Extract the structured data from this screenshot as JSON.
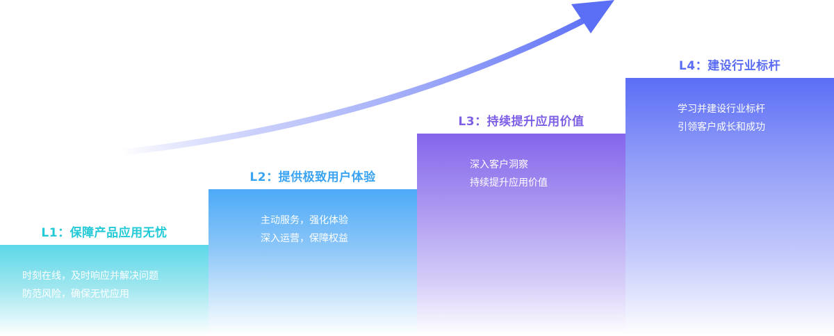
{
  "steps": [
    {
      "title": "L1：保障产品应用无忧",
      "lines": [
        "时刻在线，及时响应并解决问题",
        "防范风险，确保无忧应用"
      ],
      "color": "#22c9d6"
    },
    {
      "title": "L2：提供极致用户体验",
      "lines": [
        "主动服务，强化体验",
        "深入运营，保障权益"
      ],
      "color": "#3aa3f2"
    },
    {
      "title": "L3：持续提升应用价值",
      "lines": [
        "深入客户洞察",
        "持续提升应用价值"
      ],
      "color": "#7d5fe6"
    },
    {
      "title": "L4：建设行业标杆",
      "lines": [
        "学习并建设行业标杆",
        "引领客户成长和成功"
      ],
      "color": "#5a6cf2"
    }
  ],
  "arrow": {
    "icon": "growth-arrow-icon",
    "color": "#5b6ef6"
  }
}
